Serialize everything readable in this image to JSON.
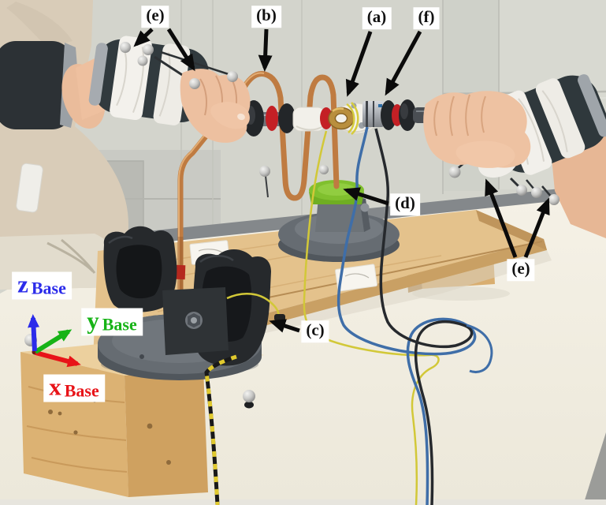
{
  "figure": {
    "annotation_labels": {
      "e_top": "(e)",
      "b": "(b)",
      "a": "(a)",
      "f": "(f)",
      "d": "(d)",
      "c": "(c)",
      "e_right": "(e)"
    },
    "axis_labels": {
      "z": {
        "letter": "z",
        "subscript": "Base"
      },
      "y": {
        "letter": "y",
        "subscript": "Base"
      },
      "x": {
        "letter": "x",
        "subscript": "Base"
      }
    },
    "colors": {
      "axis_x": "#e81318",
      "axis_y": "#17b317",
      "axis_z": "#2b2bea",
      "annotation_arrow": "#0b0b0b",
      "label_background": "#ffffff",
      "label_text": "#111111",
      "copper_wire": "#bf7b41",
      "green_disc": "#80c02e",
      "wood_plank": "#e4c28c",
      "wood_block": "#d7ac6c",
      "stand_base_gray": "#666c72",
      "holder_black": "#26292c",
      "table_white": "#f2eee2",
      "wall_gray": "#d3d4cc",
      "handle_red": "#c42025",
      "handle_black": "#232629",
      "brass_ring": "#b98f3e"
    }
  }
}
